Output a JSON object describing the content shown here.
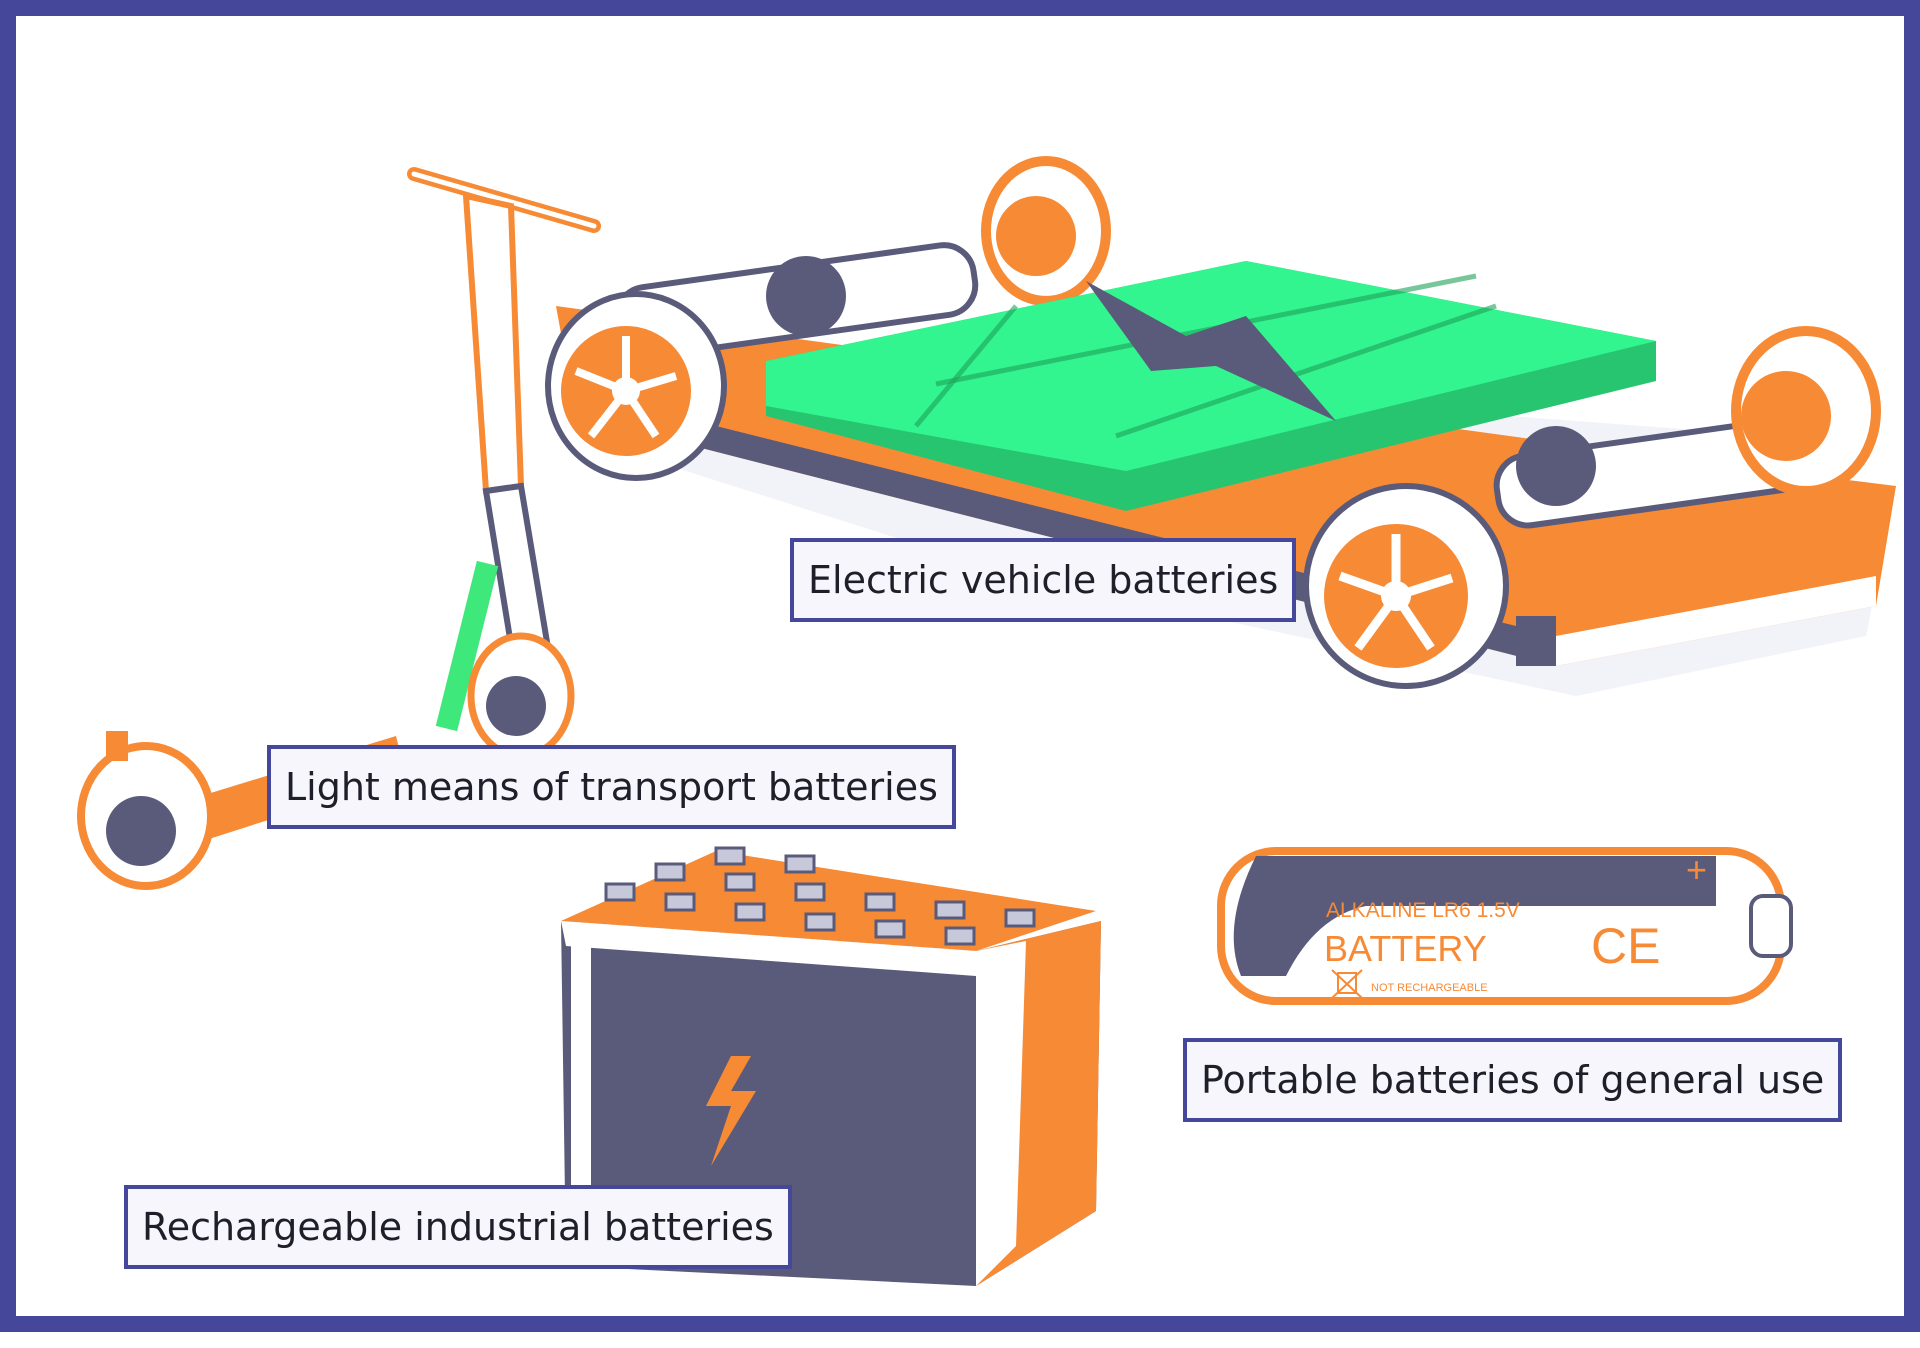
{
  "labels": {
    "ev": "Electric vehicle batteries",
    "lmt": "Light means of transport batteries",
    "portable": "Portable batteries of general use",
    "industrial": "Rechargeable industrial batteries"
  },
  "cell": {
    "type": "ALKALINE LR6 1.5V",
    "word": "BATTERY",
    "mark": "CE",
    "note": "NOT RECHARGEABLE",
    "plus": "+"
  },
  "colors": {
    "frame": "#45479a",
    "orange": "#f78a35",
    "slate": "#5a5b7a",
    "green": "#33f58f",
    "label_bg": "#f6f6fc"
  }
}
